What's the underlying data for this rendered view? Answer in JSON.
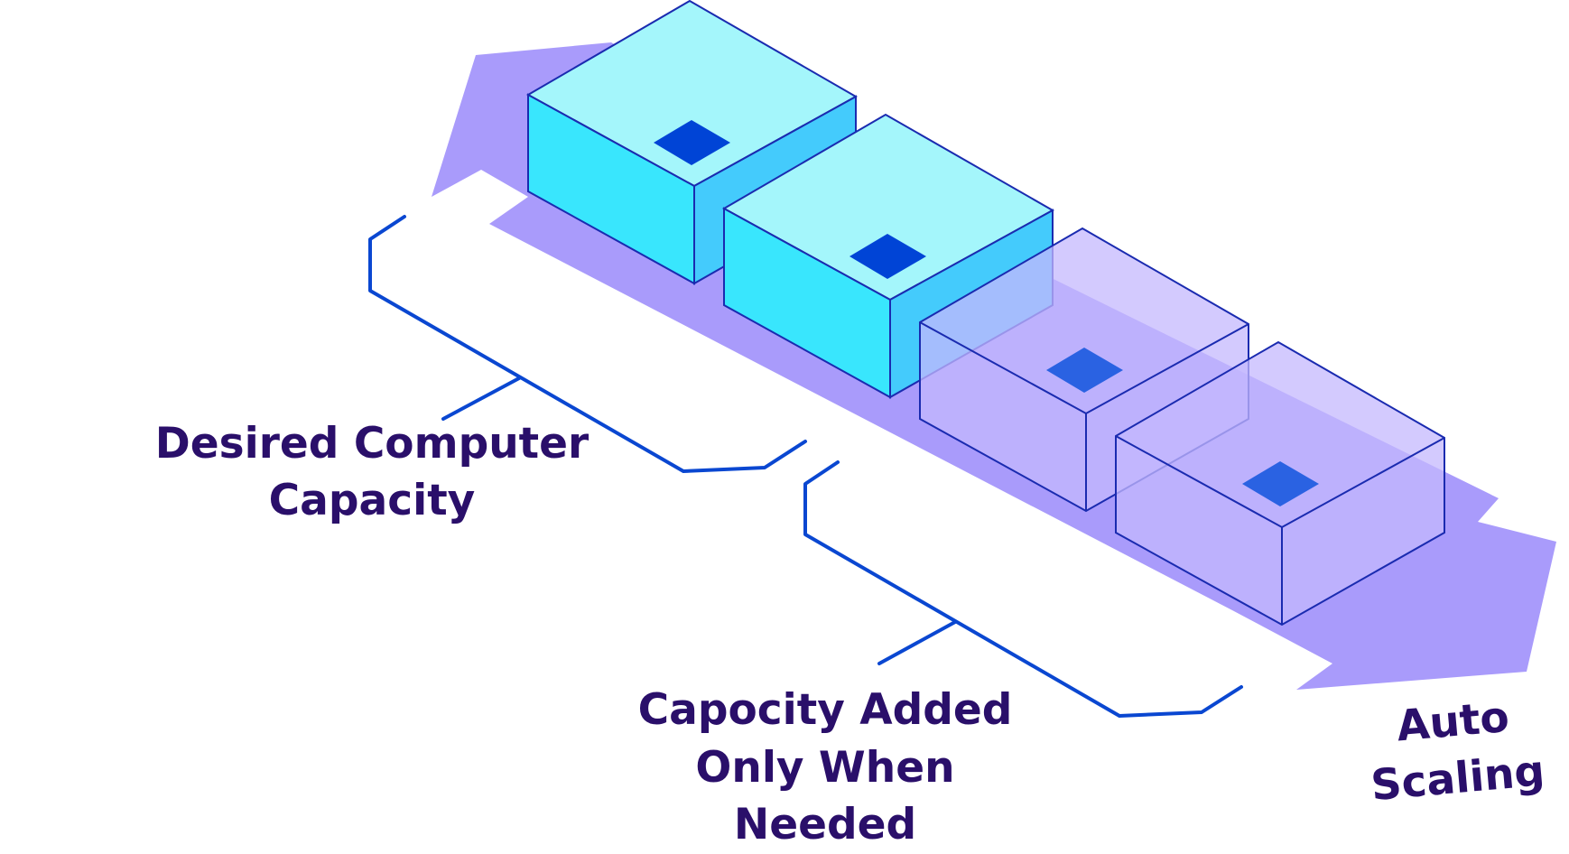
{
  "diagram": {
    "labels": {
      "desired_line1": "Desired Computer",
      "desired_line2": "Capacity",
      "added_line1": "Capocity Added",
      "added_line2": "Only When",
      "added_line3": "Needed",
      "auto_line1": "Auto",
      "auto_line2": "Scaling"
    },
    "colors": {
      "arrow": "#a99bfb",
      "cube_active_top": "#a4f6fb",
      "cube_active_front": "#39e6fd",
      "cube_active_side": "#44cbfc",
      "cube_ghost": "#c4b8fd",
      "chip_active": "#0044d6",
      "chip_ghost": "#2a62e2",
      "outline": "#1a2bb0",
      "bracket": "#0a47d1",
      "text": "#2a0f6a"
    },
    "servers": [
      {
        "state": "running"
      },
      {
        "state": "running"
      },
      {
        "state": "added"
      },
      {
        "state": "added"
      }
    ]
  }
}
